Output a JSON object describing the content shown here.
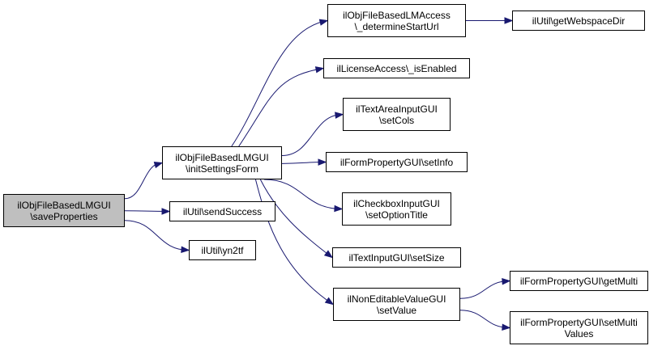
{
  "nodes": [
    {
      "id": "root",
      "lines": [
        "ilObjFileBasedLMGUI",
        "\\saveProperties"
      ],
      "root": true
    },
    {
      "id": "init",
      "lines": [
        "ilObjFileBasedLMGUI",
        "\\initSettingsForm"
      ]
    },
    {
      "id": "send",
      "lines": [
        "ilUtil\\sendSuccess"
      ]
    },
    {
      "id": "yn2tf",
      "lines": [
        "ilUtil\\yn2tf"
      ]
    },
    {
      "id": "access",
      "lines": [
        "ilObjFileBasedLMAccess",
        "\\_determineStartUrl"
      ]
    },
    {
      "id": "webspace",
      "lines": [
        "ilUtil\\getWebspaceDir"
      ]
    },
    {
      "id": "license",
      "lines": [
        "ilLicenseAccess\\_isEnabled"
      ]
    },
    {
      "id": "textarea",
      "lines": [
        "ilTextAreaInputGUI",
        "\\setCols"
      ]
    },
    {
      "id": "setinfo",
      "lines": [
        "ilFormPropertyGUI\\setInfo"
      ]
    },
    {
      "id": "checkbox",
      "lines": [
        "ilCheckboxInputGUI",
        "\\setOptionTitle"
      ]
    },
    {
      "id": "setsize",
      "lines": [
        "ilTextInputGUI\\setSize"
      ]
    },
    {
      "id": "nonedit",
      "lines": [
        "ilNonEditableValueGUI",
        "\\setValue"
      ]
    },
    {
      "id": "getmulti",
      "lines": [
        "ilFormPropertyGUI\\getMulti"
      ]
    },
    {
      "id": "setmulti",
      "lines": [
        "ilFormPropertyGUI\\setMulti",
        "Values"
      ]
    }
  ],
  "edges": [
    [
      "root",
      "init"
    ],
    [
      "root",
      "send"
    ],
    [
      "root",
      "yn2tf"
    ],
    [
      "init",
      "access"
    ],
    [
      "init",
      "license"
    ],
    [
      "init",
      "textarea"
    ],
    [
      "init",
      "setinfo"
    ],
    [
      "init",
      "checkbox"
    ],
    [
      "init",
      "setsize"
    ],
    [
      "init",
      "nonedit"
    ],
    [
      "access",
      "webspace"
    ],
    [
      "nonedit",
      "getmulti"
    ],
    [
      "nonedit",
      "setmulti"
    ]
  ]
}
